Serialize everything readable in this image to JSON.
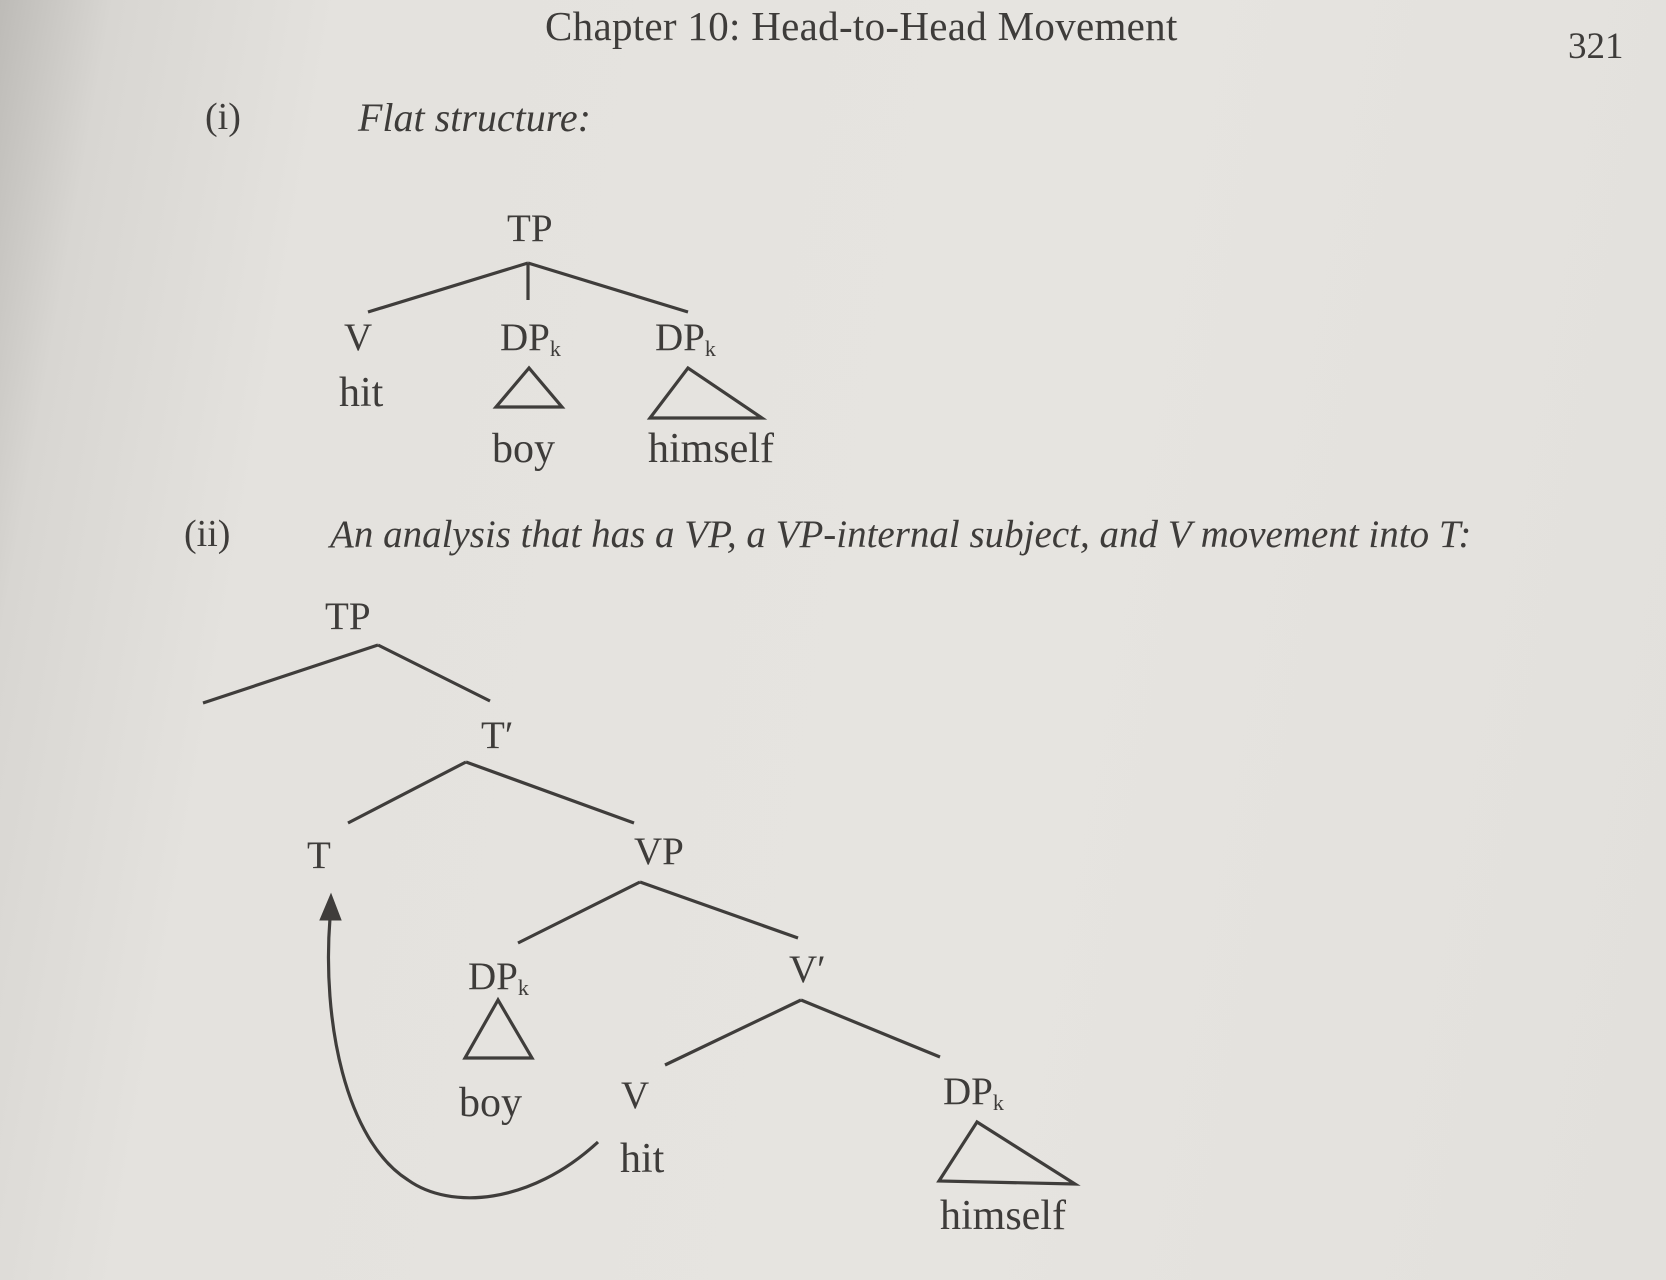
{
  "header": {
    "title": "Chapter 10: Head-to-Head Movement",
    "page_number": "321"
  },
  "section_i": {
    "number": "(i)",
    "caption": "Flat structure:",
    "tree": {
      "root": "TP",
      "v_label": "V",
      "v_word": "hit",
      "dp1_label": "DP",
      "dp1_index": "k",
      "dp1_word": "boy",
      "dp2_label": "DP",
      "dp2_index": "k",
      "dp2_word": "himself"
    }
  },
  "section_ii": {
    "number": "(ii)",
    "caption": "An analysis that has a VP, a VP-internal subject, and V movement into T:",
    "tree": {
      "root": "TP",
      "tbar": "T′",
      "t": "T",
      "vp": "VP",
      "spec_dp_label": "DP",
      "spec_dp_index": "k",
      "spec_dp_word": "boy",
      "vbar": "V′",
      "v_label": "V",
      "v_word": "hit",
      "obj_dp_label": "DP",
      "obj_dp_index": "k",
      "obj_dp_word": "himself"
    }
  }
}
